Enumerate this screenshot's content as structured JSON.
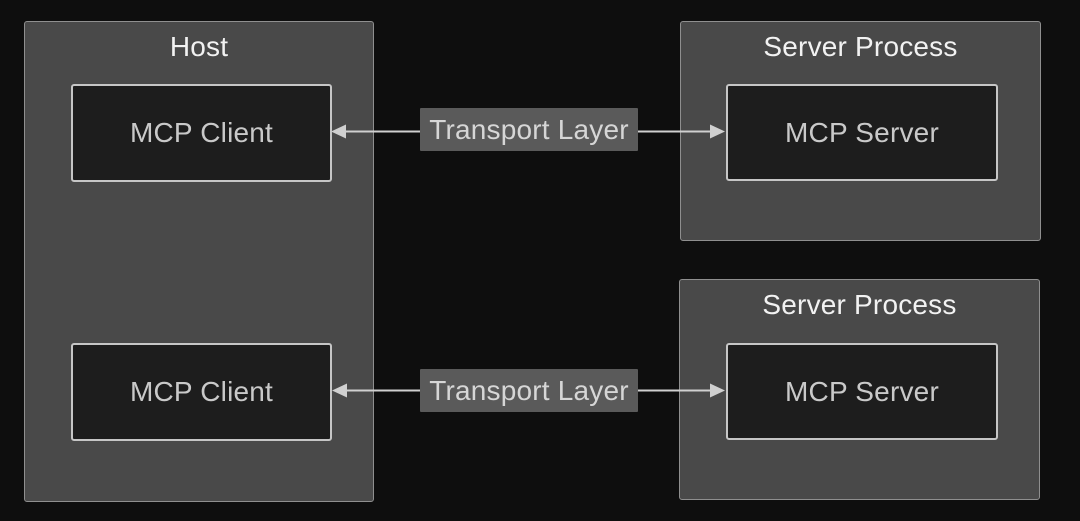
{
  "diagram": {
    "host": {
      "title": "Host",
      "clients": [
        {
          "label": "MCP Client"
        },
        {
          "label": "MCP Client"
        }
      ]
    },
    "server_processes": [
      {
        "title": "Server Process",
        "server_label": "MCP Server"
      },
      {
        "title": "Server Process",
        "server_label": "MCP Server"
      }
    ],
    "connections": [
      {
        "label": "Transport Layer",
        "style": "double-headed-arrow"
      },
      {
        "label": "Transport Layer",
        "style": "double-headed-arrow"
      }
    ]
  },
  "colors": {
    "background": "#0e0e0e",
    "container_fill": "#494949",
    "container_border": "#8f8f8f",
    "node_fill": "#1d1d1d",
    "node_border": "#c6c6c6",
    "title_text": "#f2f2f2",
    "node_text": "#c9c9c9",
    "arrow": "#d0d0d0",
    "label_bg": "#5a5a5a",
    "label_text": "#d6d6d6"
  }
}
